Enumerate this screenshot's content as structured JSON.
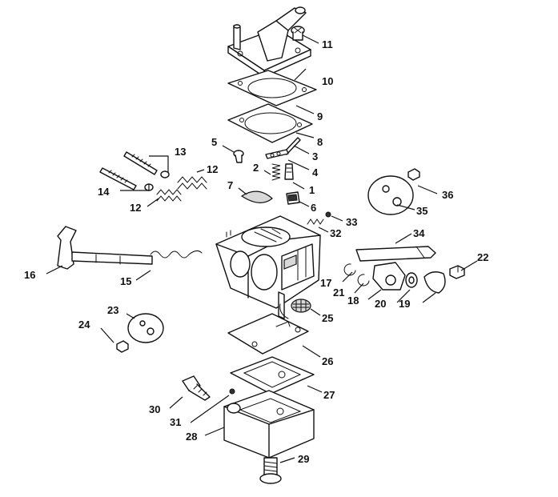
{
  "callouts": [
    {
      "id": "11",
      "label": "11"
    },
    {
      "id": "10",
      "label": "10"
    },
    {
      "id": "9",
      "label": "9"
    },
    {
      "id": "8",
      "label": "8"
    },
    {
      "id": "3",
      "label": "3"
    },
    {
      "id": "5",
      "label": "5"
    },
    {
      "id": "13",
      "label": "13"
    },
    {
      "id": "4",
      "label": "4"
    },
    {
      "id": "2",
      "label": "2"
    },
    {
      "id": "12a",
      "label": "12"
    },
    {
      "id": "1",
      "label": "1"
    },
    {
      "id": "14",
      "label": "14"
    },
    {
      "id": "7",
      "label": "7"
    },
    {
      "id": "6",
      "label": "6"
    },
    {
      "id": "12b",
      "label": "12"
    },
    {
      "id": "36",
      "label": "36"
    },
    {
      "id": "35",
      "label": "35"
    },
    {
      "id": "33",
      "label": "33"
    },
    {
      "id": "32",
      "label": "32"
    },
    {
      "id": "34",
      "label": "34"
    },
    {
      "id": "22",
      "label": "22"
    },
    {
      "id": "16",
      "label": "16"
    },
    {
      "id": "15",
      "label": "15"
    },
    {
      "id": "17",
      "label": "17"
    },
    {
      "id": "21",
      "label": "21"
    },
    {
      "id": "18",
      "label": "18"
    },
    {
      "id": "20",
      "label": "20"
    },
    {
      "id": "19",
      "label": "19"
    },
    {
      "id": "23",
      "label": "23"
    },
    {
      "id": "25",
      "label": "25"
    },
    {
      "id": "24",
      "label": "24"
    },
    {
      "id": "26",
      "label": "26"
    },
    {
      "id": "27",
      "label": "27"
    },
    {
      "id": "30",
      "label": "30"
    },
    {
      "id": "31",
      "label": "31"
    },
    {
      "id": "28",
      "label": "28"
    },
    {
      "id": "29",
      "label": "29"
    }
  ]
}
